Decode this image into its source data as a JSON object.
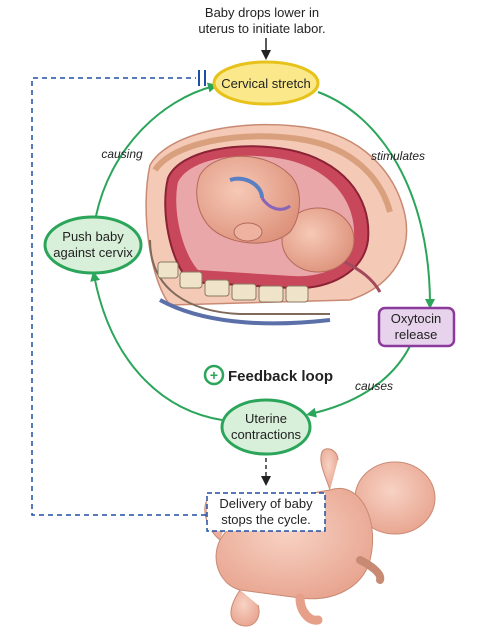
{
  "top_note": {
    "line1": "Baby drops lower in",
    "line2": "uterus to initiate labor."
  },
  "nodes": {
    "cervical_stretch": "Cervical stretch",
    "oxytocin": {
      "line1": "Oxytocin",
      "line2": "release"
    },
    "uterine": {
      "line1": "Uterine",
      "line2": "contractions"
    },
    "push_baby": {
      "line1": "Push baby",
      "line2": "against cervix"
    },
    "delivery": {
      "line1": "Delivery of baby",
      "line2": "stops the cycle."
    }
  },
  "edges": {
    "stimulates": "stimulates",
    "causes": "causes",
    "causing": "causing"
  },
  "center": {
    "plus": "+",
    "title": "Feedback loop"
  },
  "colors": {
    "loop_green": "#2aa55a",
    "yellow_fill": "#fbe88a",
    "yellow_stroke": "#e7c21a",
    "green_fill": "#d8efd9",
    "green_stroke": "#2aa55a",
    "purple_fill": "#e7d3ec",
    "purple_stroke": "#8b3a9b",
    "dashed_blue": "#1f4fa3",
    "skin": "#f2b8a4"
  }
}
